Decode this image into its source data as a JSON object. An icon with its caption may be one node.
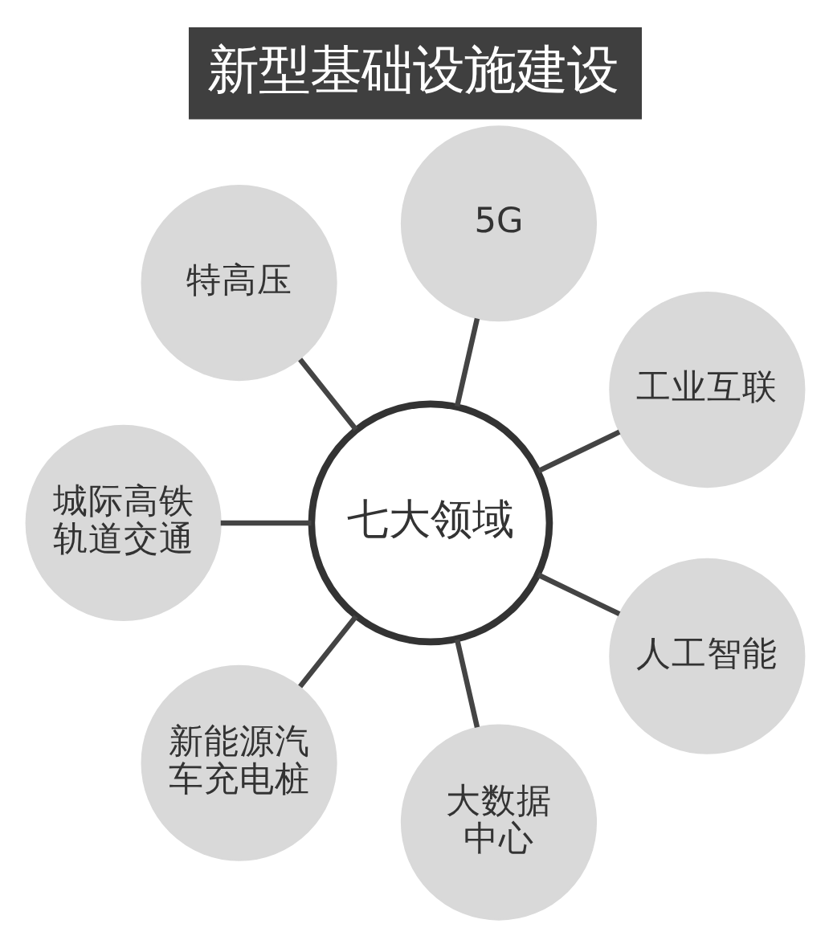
{
  "diagram": {
    "title": "新型基础设施建设",
    "nodes": [
      {
        "text": [
          "5G"
        ]
      },
      {
        "text": [
          "特高压"
        ]
      },
      {
        "text": [
          "工业互联"
        ]
      },
      {
        "text": [
          "七大领域"
        ]
      },
      {
        "text": [
          "城际高铁轨道交通"
        ]
      },
      {
        "text": [
          "人工智能"
        ]
      },
      {
        "text": [
          "新能源汽车充电桩"
        ]
      },
      {
        "text": [
          "大数据中心"
        ]
      }
    ],
    "edges": [
      {
        "from": 3,
        "to": 0,
        "arrow": "none"
      },
      {
        "from": 3,
        "to": 2,
        "arrow": "none"
      },
      {
        "from": 3,
        "to": 5,
        "arrow": "none"
      },
      {
        "from": 3,
        "to": 7,
        "arrow": "none"
      },
      {
        "from": 3,
        "to": 6,
        "arrow": "none"
      },
      {
        "from": 3,
        "to": 4,
        "arrow": "none"
      },
      {
        "from": 3,
        "to": 1,
        "arrow": "none"
      }
    ]
  }
}
